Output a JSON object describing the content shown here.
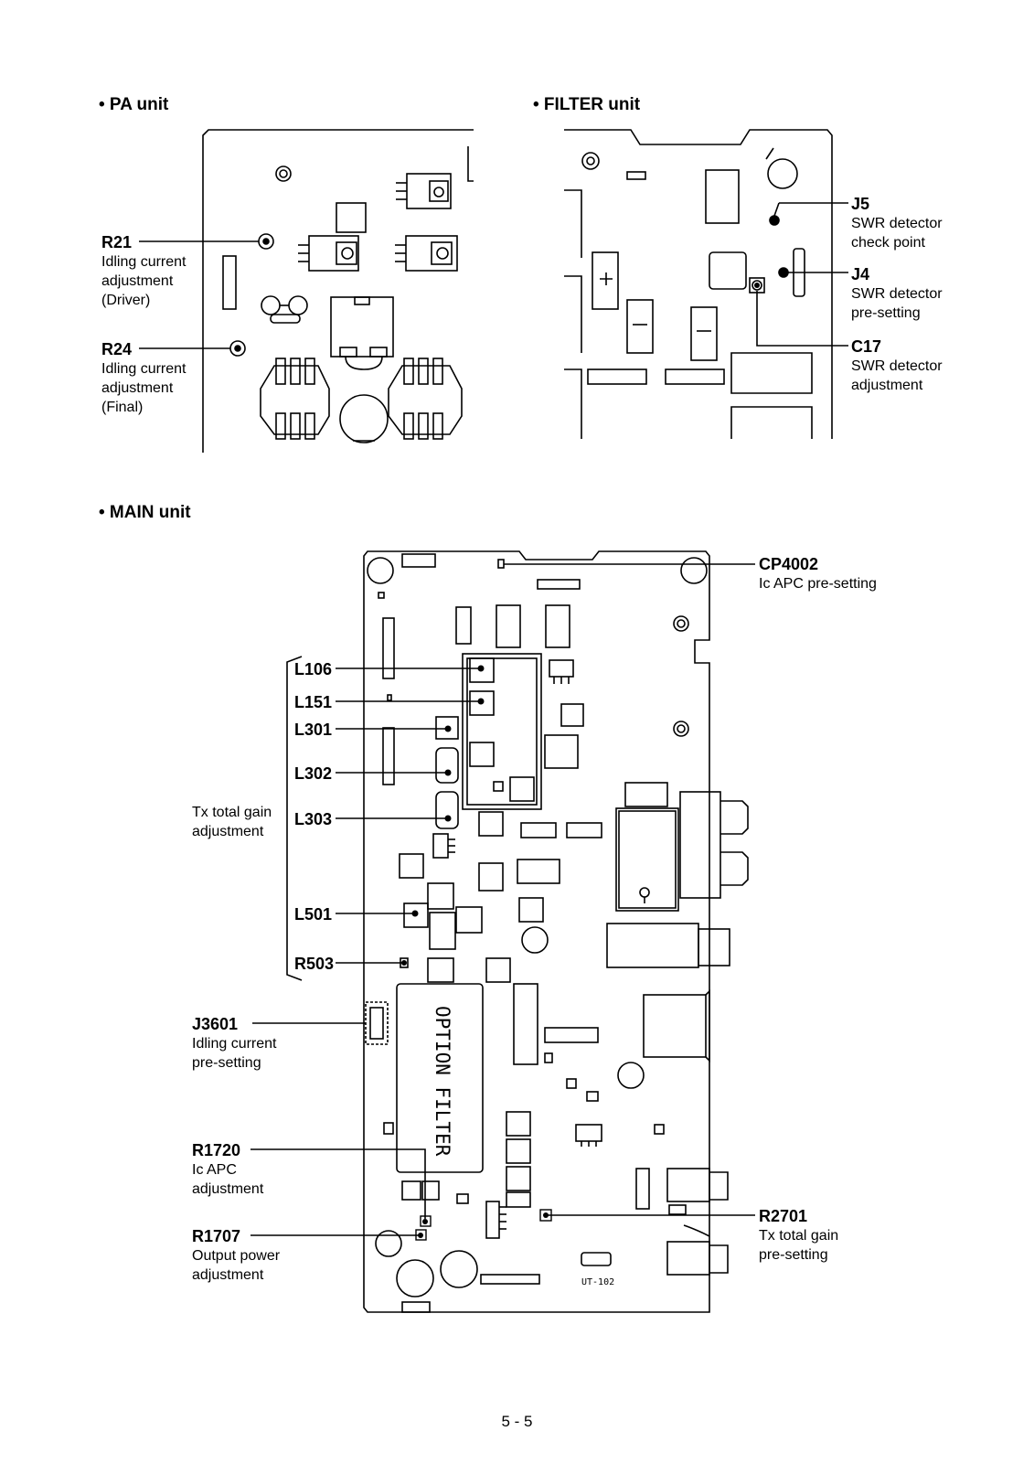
{
  "sections": {
    "pa": "• PA unit",
    "filter": "• FILTER unit",
    "main": "• MAIN unit"
  },
  "pa_labels": [
    {
      "ref": "R21",
      "desc": [
        "Idling current",
        "adjustment",
        "(Driver)"
      ]
    },
    {
      "ref": "R24",
      "desc": [
        "Idling current",
        "adjustment",
        "(Final)"
      ]
    }
  ],
  "filter_labels": [
    {
      "ref": "J5",
      "desc": [
        "SWR detector",
        "check point"
      ]
    },
    {
      "ref": "J4",
      "desc": [
        "SWR detector",
        "pre-setting"
      ]
    },
    {
      "ref": "C17",
      "desc": [
        "SWR detector",
        "adjustment"
      ]
    }
  ],
  "main_labels": {
    "cp4002": {
      "ref": "CP4002",
      "desc": [
        "Ic APC pre-setting"
      ]
    },
    "coils": [
      "L106",
      "L151",
      "L301",
      "L302",
      "L303",
      "L501",
      "R503"
    ],
    "tx_total": [
      "Tx total gain",
      "adjustment"
    ],
    "j3601": {
      "ref": "J3601",
      "desc": [
        "Idling current",
        "pre-setting"
      ]
    },
    "r1720": {
      "ref": "R1720",
      "desc": [
        "Ic APC",
        "adjustment"
      ]
    },
    "r1707": {
      "ref": "R1707",
      "desc": [
        "Output power",
        "adjustment"
      ]
    },
    "r2701": {
      "ref": "R2701",
      "desc": [
        "Tx total gain",
        "pre-setting"
      ]
    }
  },
  "board_text": {
    "option_filter": "OPTION FILTER",
    "ut_label": "UT-102"
  },
  "page_number": "5 - 5"
}
